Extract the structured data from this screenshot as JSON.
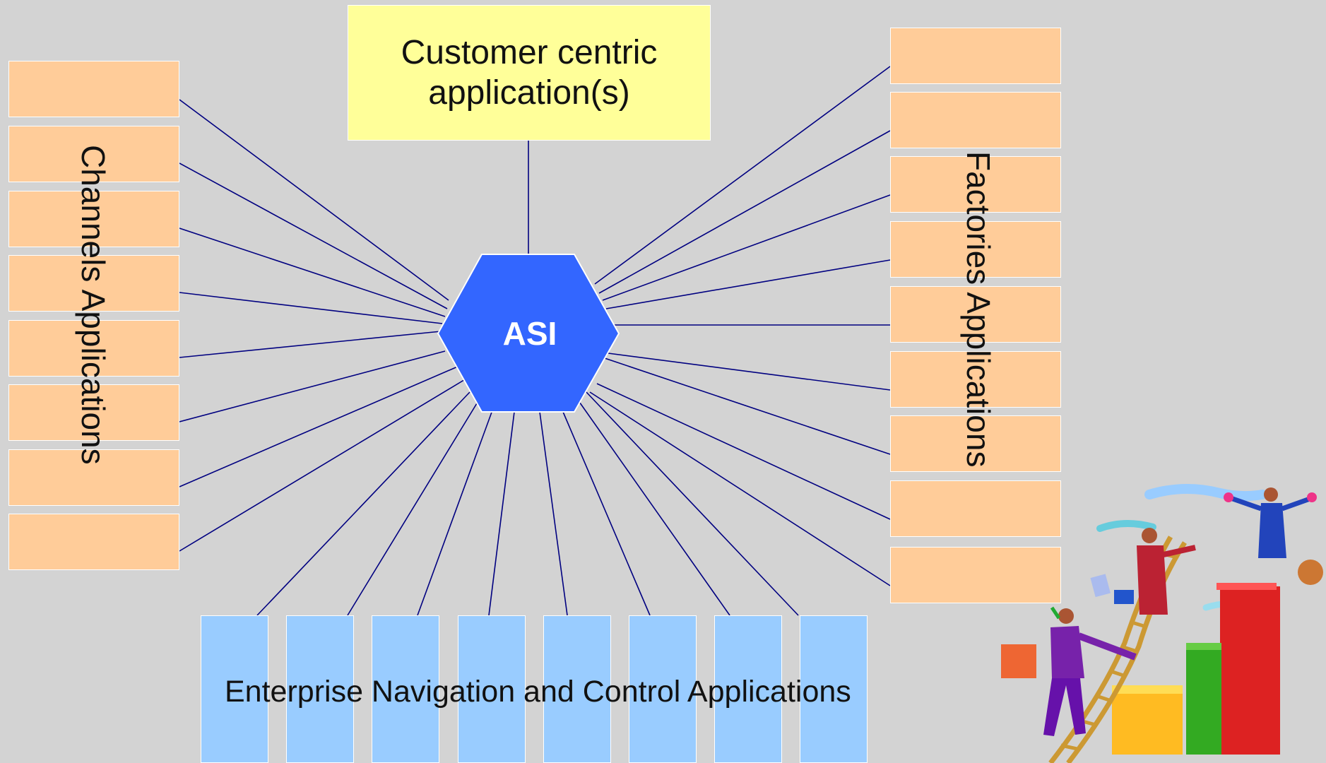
{
  "hub": {
    "label": "ASI",
    "color": "#3366ff"
  },
  "top_box": {
    "line1": "Customer centric",
    "line2": "application(s)"
  },
  "left_group": {
    "label": "Channels Applications",
    "box_count": 8
  },
  "right_group": {
    "label": "Factories Applications",
    "box_count": 9
  },
  "bottom_group": {
    "label": "Enterprise Navigation and Control Applications",
    "box_count": 8
  },
  "colors": {
    "background": "#d3d3d3",
    "peach_box": "#ffcc99",
    "blue_box": "#99ccff",
    "yellow_box": "#ffff99",
    "connector": "#000080"
  },
  "illustration": {
    "subject": "people-climbing-ladder-to-bar-chart"
  }
}
